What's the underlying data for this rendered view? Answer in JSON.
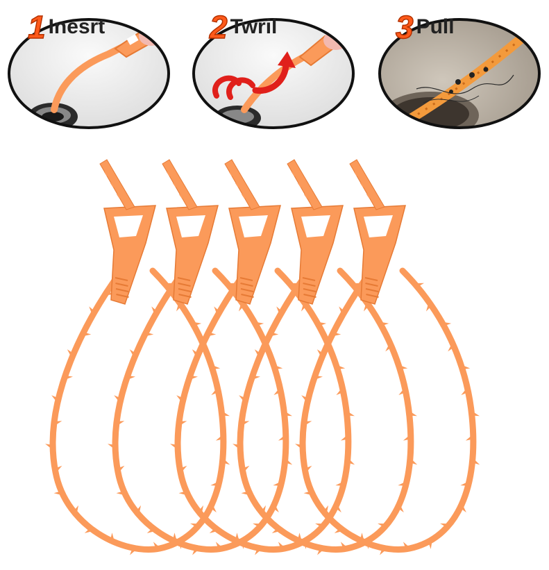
{
  "steps": [
    {
      "number": "1",
      "word": "Inesrt",
      "icon": "insert-drain-icon"
    },
    {
      "number": "2",
      "word": "Twril",
      "icon": "twist-arrow-icon"
    },
    {
      "number": "3",
      "word": "Pull",
      "icon": "pull-debris-icon"
    }
  ],
  "colors": {
    "tool_orange": "#fb9a5a",
    "tool_shadow": "#e67a35",
    "number_orange": "#ff5a1a",
    "arrow_red": "#e0201b",
    "frame": "#111111"
  },
  "product": {
    "count": 5,
    "icon": "drain-snake-tool-icon"
  }
}
